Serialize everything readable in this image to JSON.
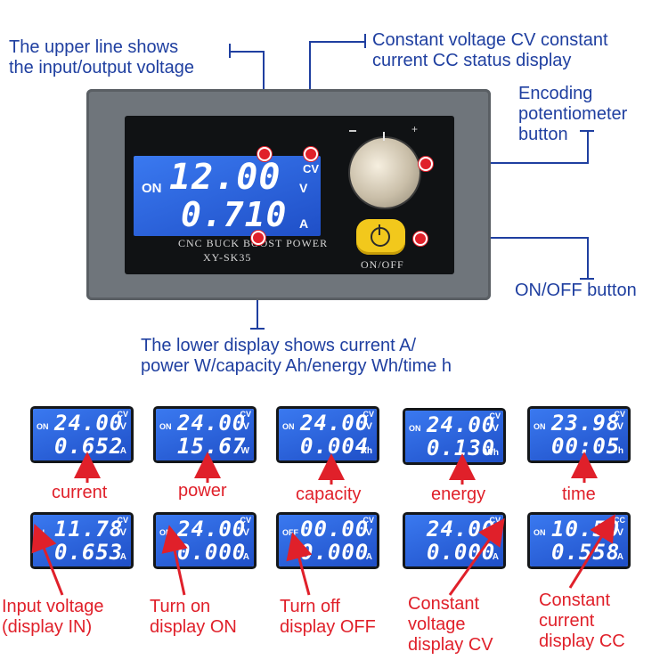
{
  "annotations": {
    "upper_line": "The upper line shows\nthe input/output voltage",
    "cv_cc_status": "Constant voltage CV constant\ncurrent CC status display",
    "encoder": "Encoding\npotentiometer\nbutton",
    "onoff_button": "ON/OFF button",
    "lower_display": "The lower display shows current A/\npower W/capacity Ah/energy Wh/time h"
  },
  "device": {
    "status": "ON",
    "upper_value": "12.00",
    "upper_unit": "V",
    "mode": "CV",
    "lower_value": "0.710",
    "lower_unit": "A",
    "silk_line1": "CNC BUCK BOOST POWER",
    "silk_line2": "XY-SK35",
    "button_label": "ON/OFF"
  },
  "row1": [
    {
      "status": "ON",
      "top": "24.00",
      "mode": "CV",
      "top_unit": "V",
      "bottom": "0.652",
      "bottom_unit": "A",
      "caption": "current"
    },
    {
      "status": "ON",
      "top": "24.00",
      "mode": "CV",
      "top_unit": "V",
      "bottom": "15.67",
      "bottom_unit": "W",
      "caption": "power"
    },
    {
      "status": "ON",
      "top": "24.00",
      "mode": "CV",
      "top_unit": "V",
      "bottom": "0.004",
      "bottom_unit": "Ah",
      "caption": "capacity"
    },
    {
      "status": "ON",
      "top": "24.00",
      "mode": "CV",
      "top_unit": "V",
      "bottom": "0.130",
      "bottom_unit": "Wh",
      "caption": "energy"
    },
    {
      "status": "ON",
      "top": "23.98",
      "mode": "CV",
      "top_unit": "V",
      "bottom": "00:05",
      "bottom_unit": "h",
      "caption": "time"
    }
  ],
  "row2": [
    {
      "status": "IN\nON",
      "top": "11.78",
      "mode": "CV",
      "top_unit": "V",
      "bottom": "0.653",
      "bottom_unit": "A",
      "caption": "Input voltage\n(display IN)"
    },
    {
      "status": "ON",
      "top": "24.00",
      "mode": "CV",
      "top_unit": "V",
      "bottom": "0.000",
      "bottom_unit": "A",
      "caption": "Turn on\ndisplay ON"
    },
    {
      "status": "OFF",
      "top": "00.00",
      "mode": "CV",
      "top_unit": "V",
      "bottom": "0.000",
      "bottom_unit": "A",
      "caption": "Turn off\ndisplay OFF"
    },
    {
      "status": "",
      "top": "24.00",
      "mode": "CV",
      "top_unit": "V",
      "bottom": "0.000",
      "bottom_unit": "A",
      "caption": "Constant\nvoltage\ndisplay CV"
    },
    {
      "status": "ON",
      "top": "10.50",
      "mode": "CC",
      "top_unit": "V",
      "bottom": "0.558",
      "bottom_unit": "A",
      "caption": "Constant\ncurrent\ndisplay CC"
    }
  ],
  "colors": {
    "annotation": "#1f3fa0",
    "caption": "#e0202a",
    "lcd": "#2b63e0"
  }
}
